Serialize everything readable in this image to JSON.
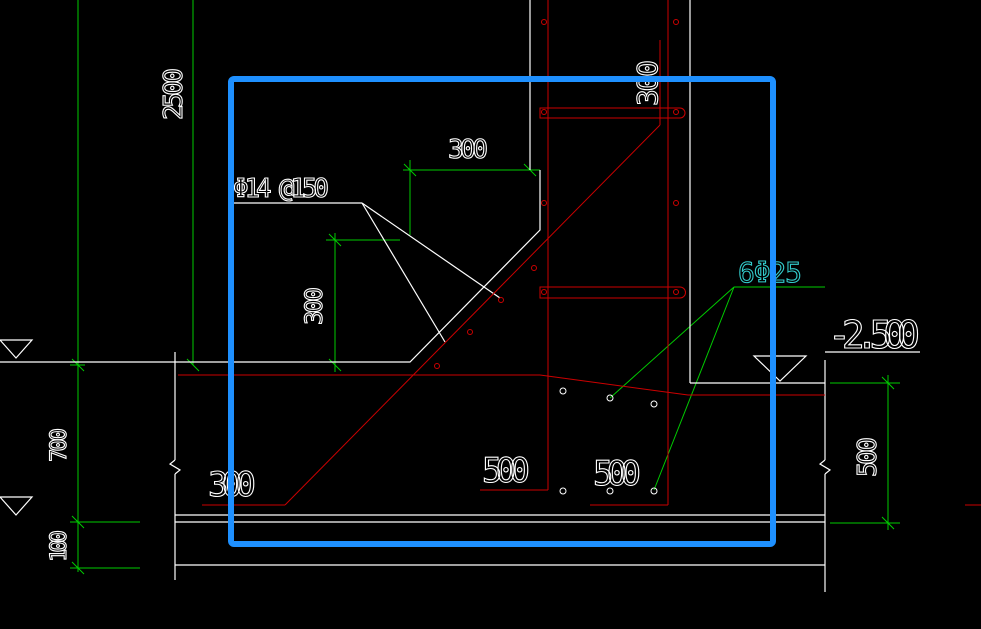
{
  "drawing": {
    "colors": {
      "background": "#000000",
      "dimension_line": "#00cc00",
      "concrete_outline": "#ffffff",
      "rebar": "#cc0000",
      "annotation_cyan": "#33cccc",
      "selection_box": "#1e90ff"
    },
    "labels": {
      "dim_2500": "2500",
      "dim_300_top": "300",
      "dim_300_vertical_right": "300",
      "dim_300_vertical_left": "300",
      "dim_300_bottom": "300",
      "dim_700": "700",
      "dim_100": "100",
      "dim_500_right": "500",
      "dim_500_center_left": "500",
      "dim_500_center_right": "500",
      "rebar_spec": "Φ14 @150",
      "rebar_bottom": "6Φ25",
      "elevation": "-2.500"
    }
  }
}
